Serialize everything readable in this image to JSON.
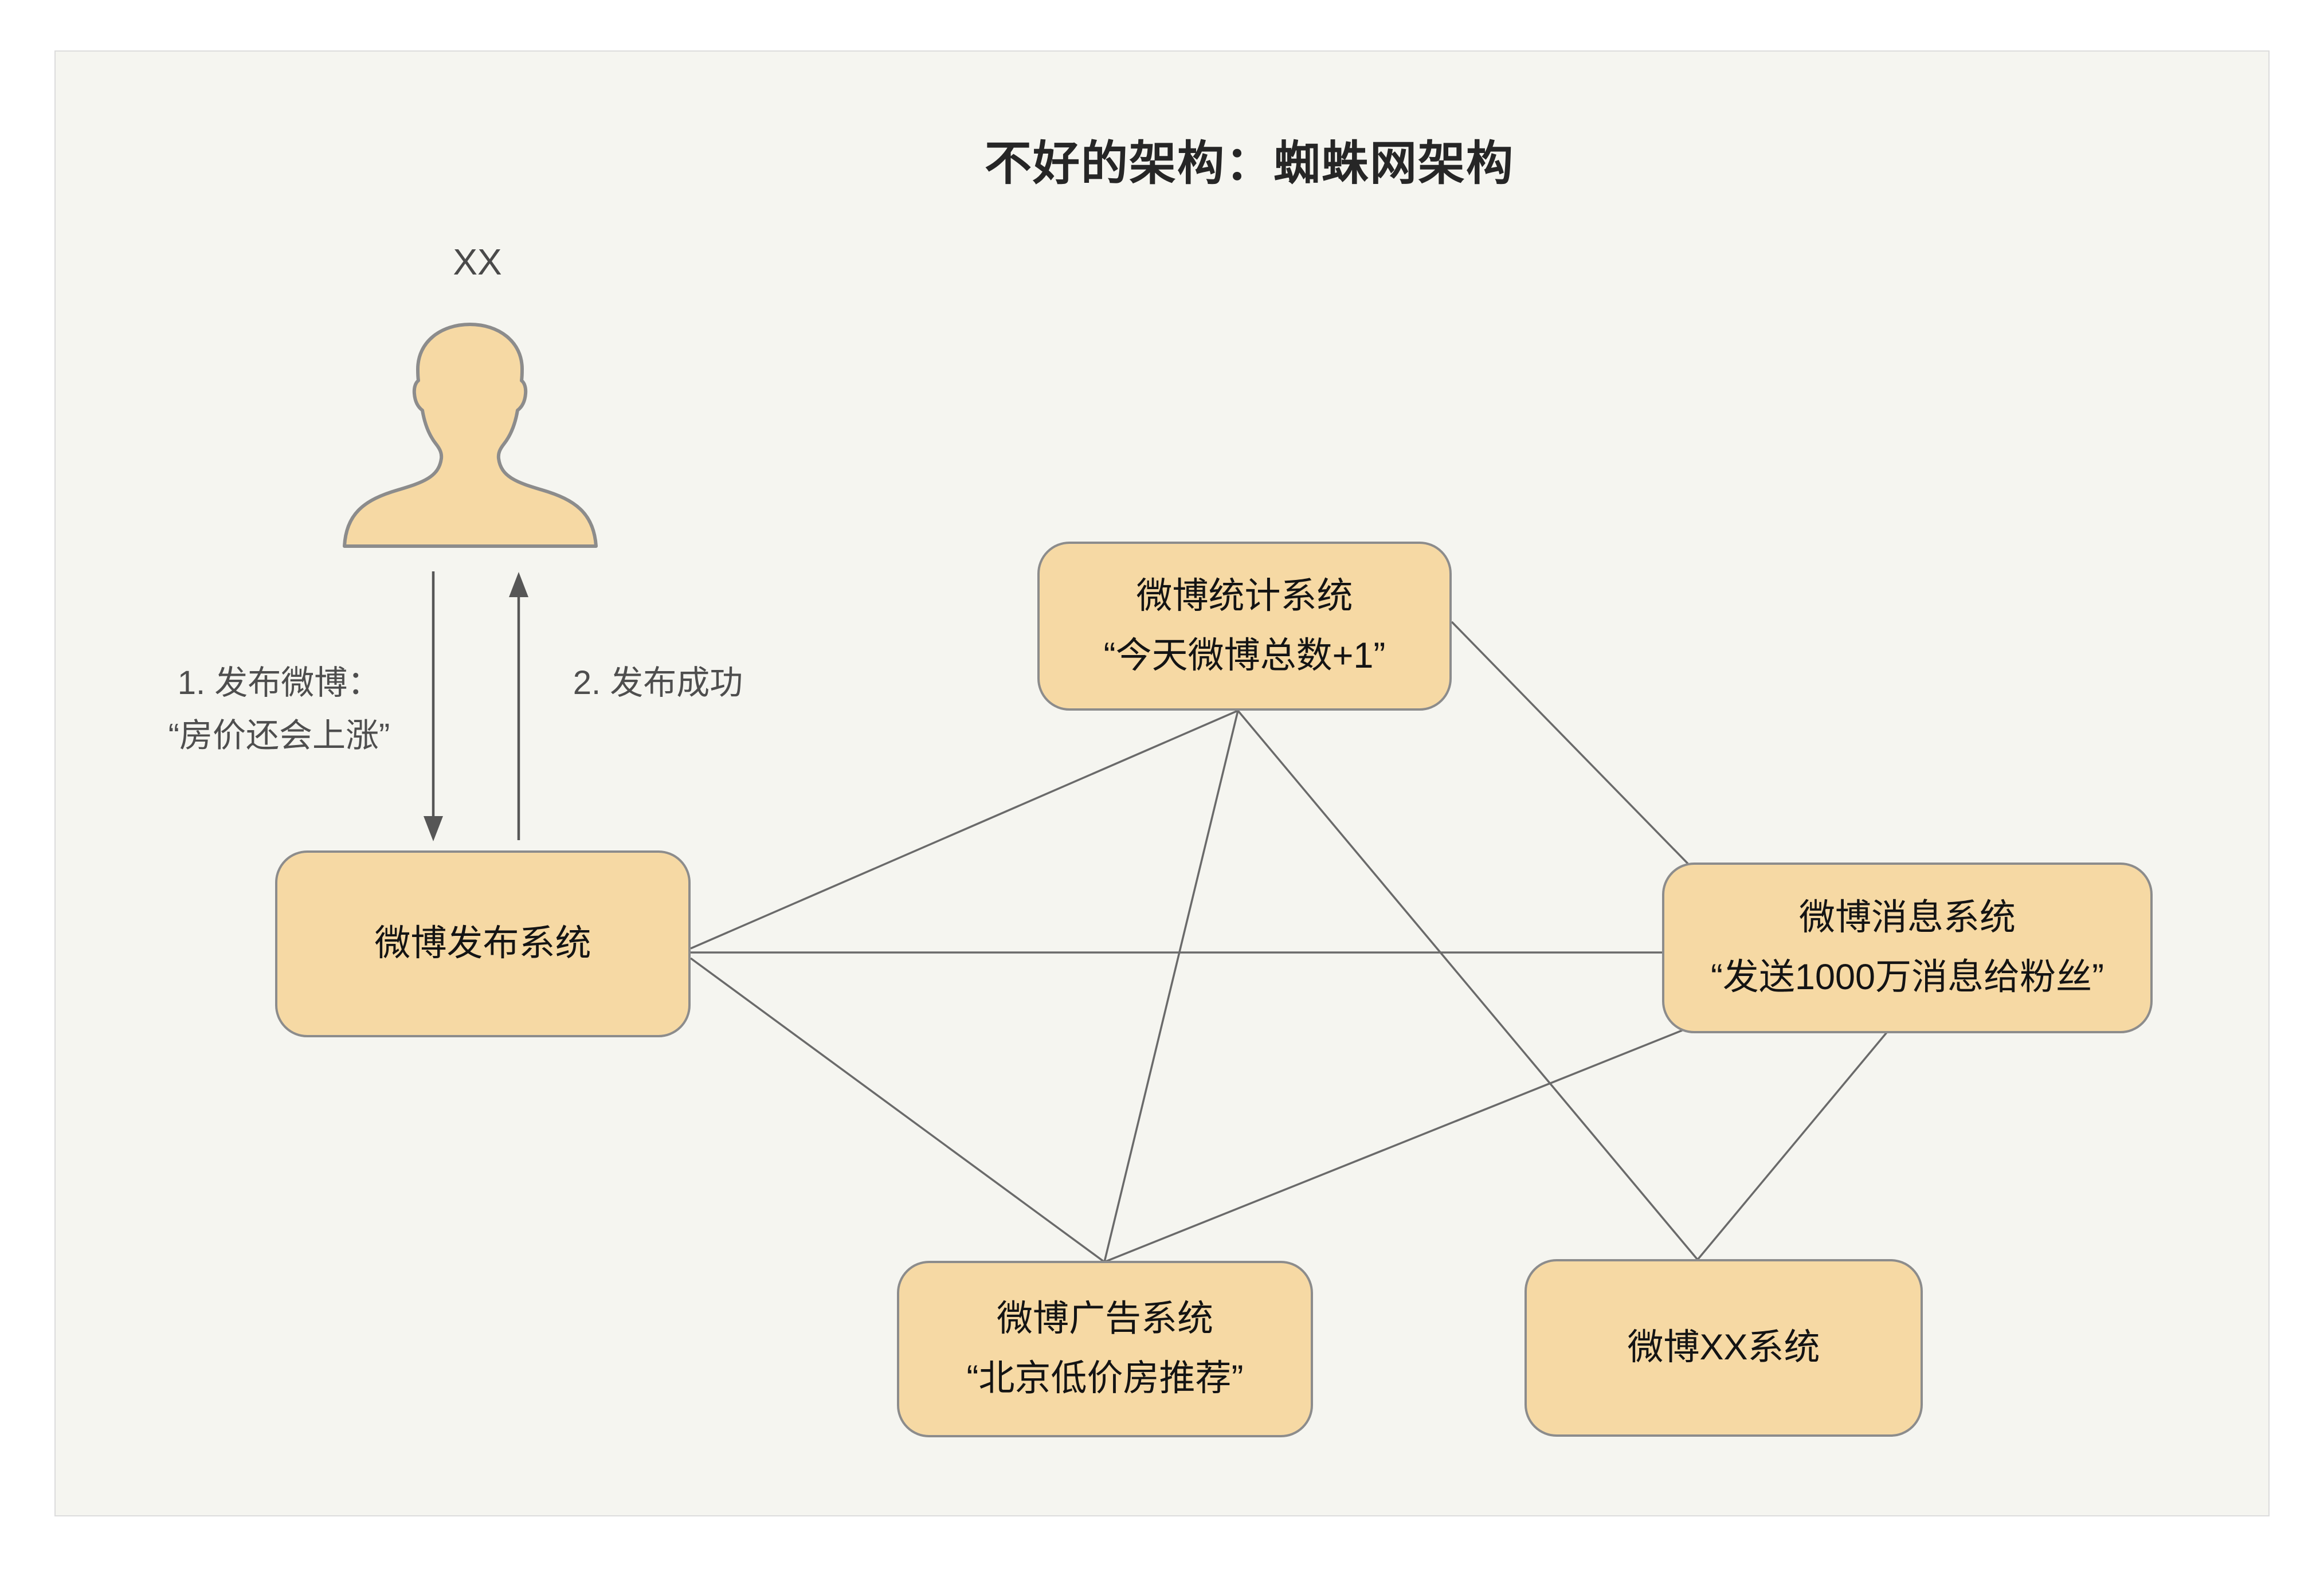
{
  "title": "不好的架构：蜘蛛网架构",
  "actor": {
    "label": "XX"
  },
  "annotations": {
    "step1_line1": "1. 发布微博：",
    "step1_line2": "“房价还会上涨”",
    "step2": "2. 发布成功"
  },
  "nodes": {
    "publish": {
      "title": "微博发布系统",
      "subtitle": ""
    },
    "stats": {
      "title": "微博统计系统",
      "subtitle": "“今天微博总数+1”"
    },
    "message": {
      "title": "微博消息系统",
      "subtitle": "“发送1000万消息给粉丝”"
    },
    "ad": {
      "title": "微博广告系统",
      "subtitle": "“北京低价房推荐”"
    },
    "xx": {
      "title": "微博XX系统",
      "subtitle": ""
    }
  },
  "edges": [
    {
      "from": "publish",
      "to": "stats"
    },
    {
      "from": "publish",
      "to": "message"
    },
    {
      "from": "publish",
      "to": "ad"
    },
    {
      "from": "stats",
      "to": "message"
    },
    {
      "from": "stats",
      "to": "ad"
    },
    {
      "from": "stats",
      "to": "xx"
    },
    {
      "from": "message",
      "to": "ad"
    },
    {
      "from": "message",
      "to": "xx"
    }
  ],
  "flows": [
    {
      "id": "user-to-publish",
      "direction": "down"
    },
    {
      "id": "publish-to-user",
      "direction": "up"
    }
  ],
  "colors": {
    "canvas": "#ffffff",
    "panel_bg": "#f5f5f0",
    "panel_border": "#dcdcdc",
    "node_fill": "#f6d9a4",
    "node_border": "#8c8c8c",
    "edge_line": "#6a6a6a",
    "arrow": "#565656",
    "title_text": "#262626",
    "node_text": "#141414",
    "label_text": "#4e4e4e"
  }
}
